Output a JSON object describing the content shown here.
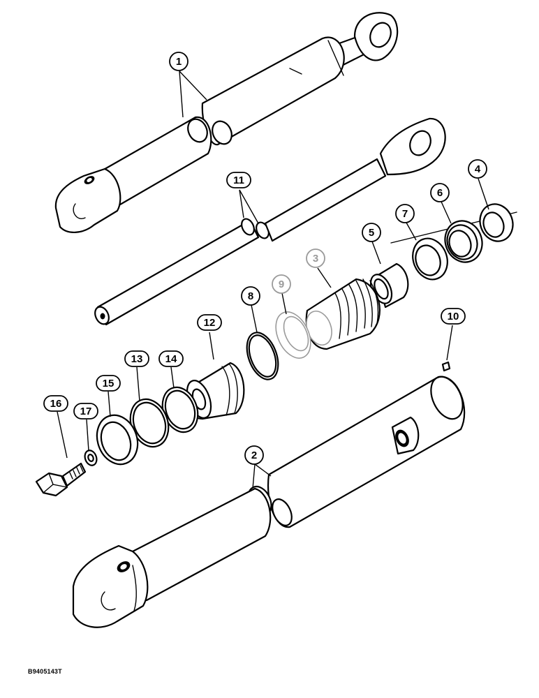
{
  "figure": {
    "reference_code": "B9405143T",
    "callouts": [
      {
        "id": "c1",
        "label": "1"
      },
      {
        "id": "c2",
        "label": "2"
      },
      {
        "id": "c3",
        "label": "3"
      },
      {
        "id": "c4",
        "label": "4"
      },
      {
        "id": "c5",
        "label": "5"
      },
      {
        "id": "c6",
        "label": "6"
      },
      {
        "id": "c7",
        "label": "7"
      },
      {
        "id": "c8",
        "label": "8"
      },
      {
        "id": "c9",
        "label": "9"
      },
      {
        "id": "c10",
        "label": "10"
      },
      {
        "id": "c11",
        "label": "11"
      },
      {
        "id": "c12",
        "label": "12"
      },
      {
        "id": "c13",
        "label": "13"
      },
      {
        "id": "c14",
        "label": "14"
      },
      {
        "id": "c15",
        "label": "15"
      },
      {
        "id": "c16",
        "label": "16"
      },
      {
        "id": "c17",
        "label": "17"
      }
    ]
  }
}
